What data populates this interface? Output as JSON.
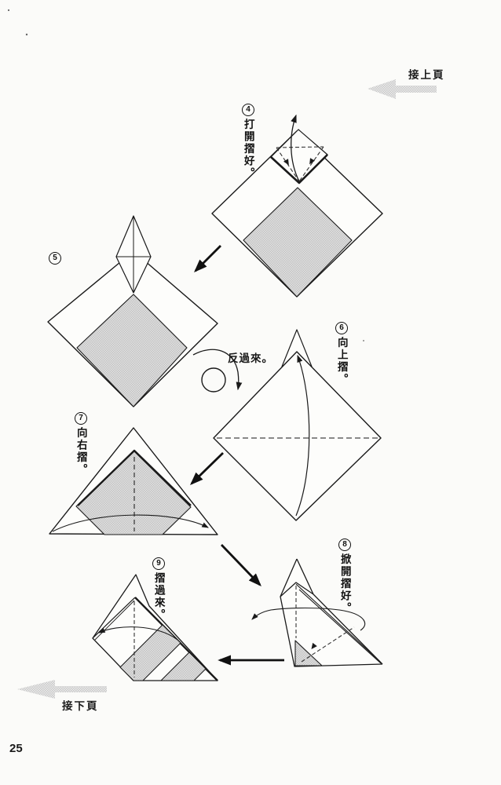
{
  "page": {
    "number": "25",
    "prev_link": "接上頁",
    "next_link": "接下頁"
  },
  "flip_note": "反過來。",
  "steps": [
    {
      "num": "4",
      "label": "打開摺好。"
    },
    {
      "num": "5",
      "label": ""
    },
    {
      "num": "6",
      "label": "向上摺。"
    },
    {
      "num": "7",
      "label": "向右摺。"
    },
    {
      "num": "8",
      "label": "掀開摺好。"
    },
    {
      "num": "9",
      "label": "摺過來。"
    }
  ],
  "colors": {
    "paper": "#fbfbf9",
    "line": "#1a1a1a",
    "shade": "#d1d1d1",
    "nav_arrow": "#cfcfcf"
  }
}
